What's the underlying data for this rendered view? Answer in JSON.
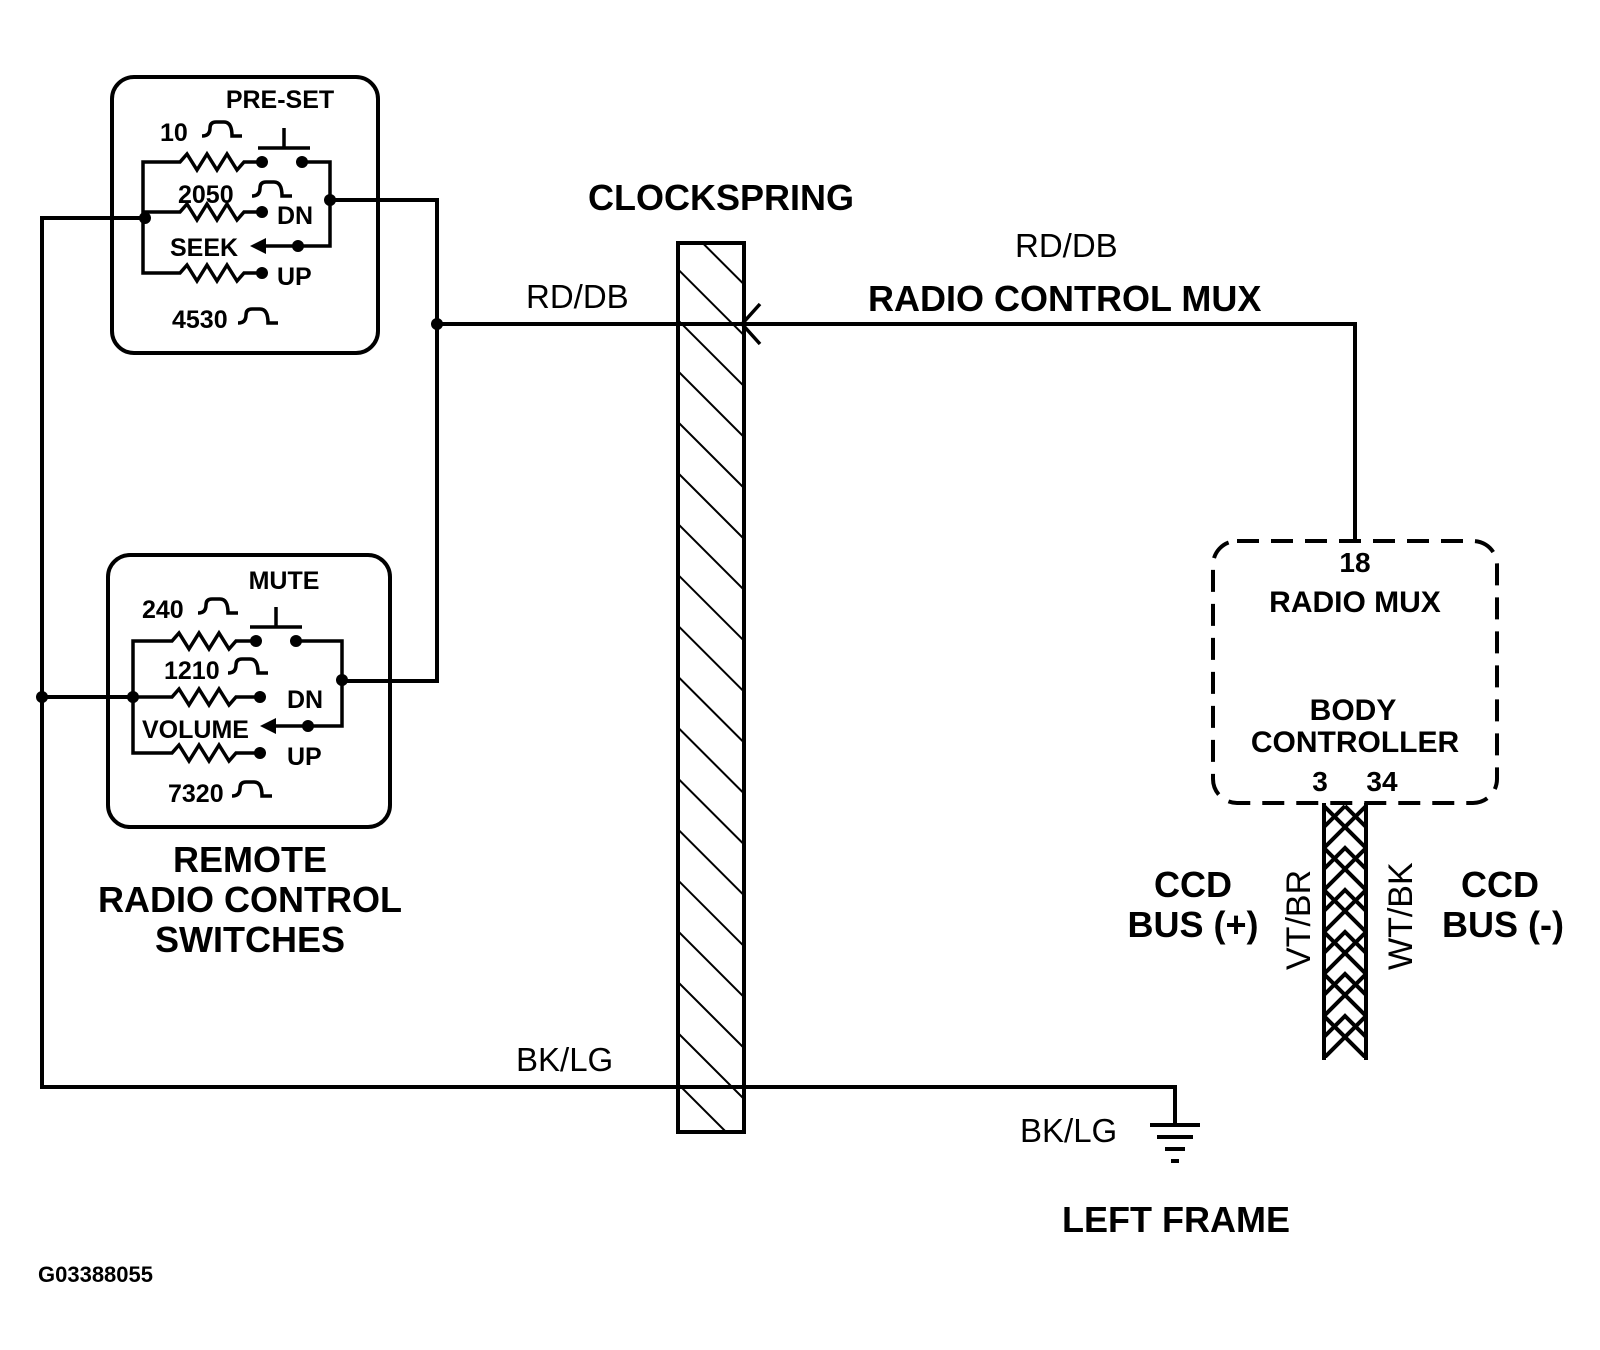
{
  "clockspring": {
    "title": "CLOCKSPRING"
  },
  "preset_switch": {
    "title": "PRE-SET",
    "r1_value": "10",
    "r2_value": "2050",
    "dn_label": "DN",
    "seek_label": "SEEK",
    "up_label": "UP",
    "r3_value": "4530"
  },
  "volume_switch": {
    "title": "MUTE",
    "r1_value": "240",
    "r2_value": "1210",
    "dn_label": "DN",
    "volume_label": "VOLUME",
    "up_label": "UP",
    "r3_value": "7320"
  },
  "remote_switches": {
    "line1": "REMOTE",
    "line2": "RADIO CONTROL",
    "line3": "SWITCHES"
  },
  "wires": {
    "rd_db_left": "RD/DB",
    "rd_db_right": "RD/DB",
    "radio_control_mux": "RADIO CONTROL MUX",
    "bk_lg_top": "BK/LG",
    "bk_lg_ground": "BK/LG",
    "vt_br": "VT/BR",
    "wt_bk": "WT/BK"
  },
  "body_controller": {
    "pin_top": "18",
    "radio_mux": "RADIO MUX",
    "line1": "BODY",
    "line2": "CONTROLLER",
    "pin_3": "3",
    "pin_34": "34"
  },
  "ccd_bus_plus": {
    "line1": "CCD",
    "line2": "BUS (+)"
  },
  "ccd_bus_minus": {
    "line1": "CCD",
    "line2": "BUS (-)"
  },
  "ground": {
    "label": "LEFT FRAME"
  },
  "figure_id": "G03388055"
}
